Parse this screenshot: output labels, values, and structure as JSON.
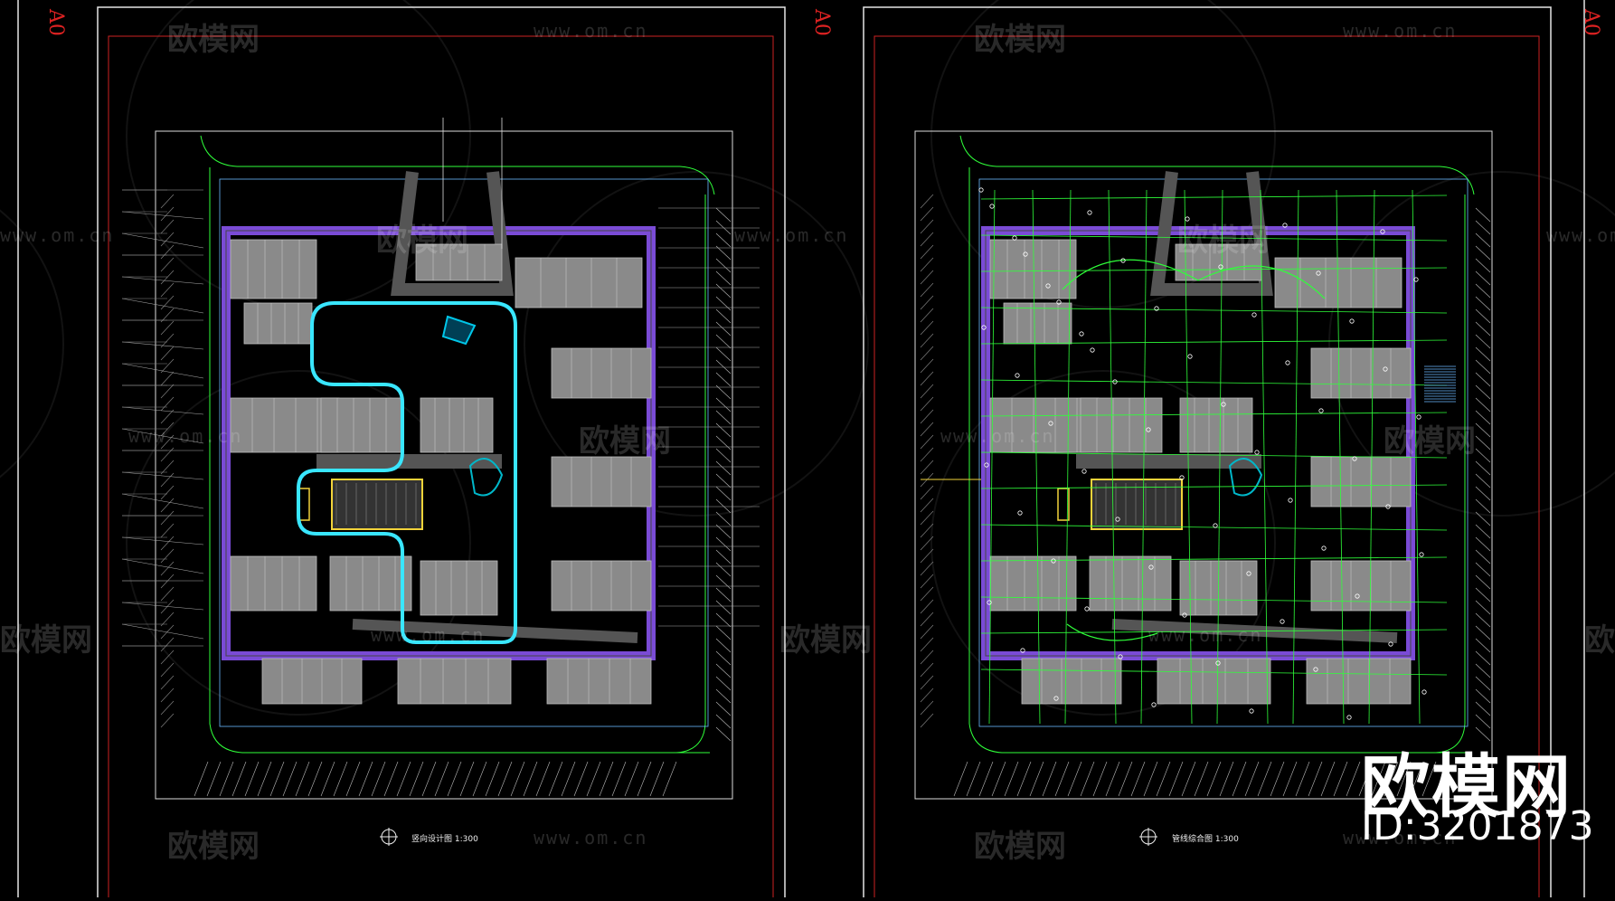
{
  "watermark": {
    "brand": "欧模网",
    "url": "www.om.cn"
  },
  "sheets": [
    {
      "sheet_mark": "A0",
      "caption": "竖向设计图  1:300"
    },
    {
      "sheet_mark": "A0",
      "caption": "管线综合图  1:300"
    }
  ],
  "brand_overlay": {
    "name": "欧模网",
    "id": "ID:3201873"
  },
  "colors": {
    "background": "#000000",
    "border_red": "#cc2222",
    "frame_white": "#e6e6e6",
    "loop_road": "#39e6ff",
    "building": "#8a8a8a",
    "road_grey": "#555555",
    "purple": "#7a4bd6",
    "magenta": "#ff3bd8",
    "green_lines": "#2fff3a",
    "yellow": "#f2d33a"
  }
}
